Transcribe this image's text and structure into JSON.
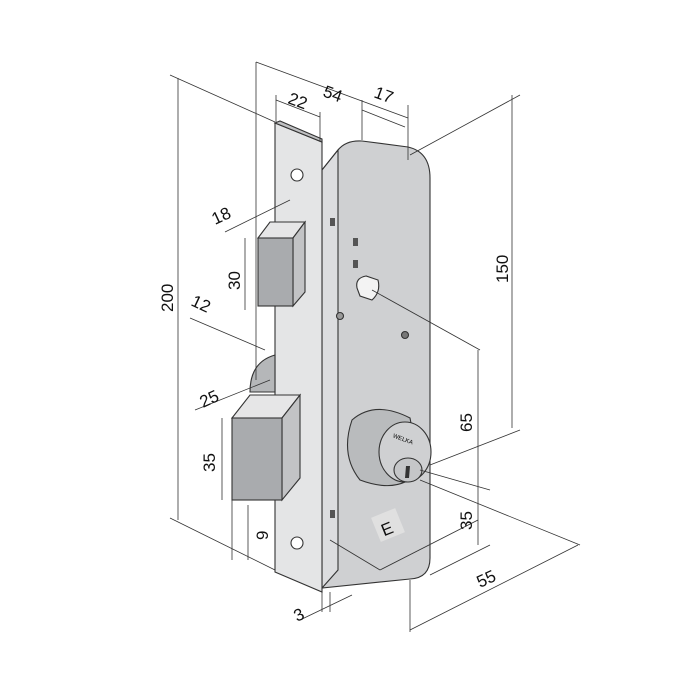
{
  "drawing": {
    "dimensions": {
      "overall_height": "200",
      "case_depth": "54",
      "faceplate_width": "22",
      "backset_offset": "17",
      "case_height": "150",
      "latch_projection": "18",
      "latch_height": "30",
      "latch_offset": "12",
      "deadbolt_projection": "25",
      "deadbolt_height": "35",
      "deadbolt_offset": "9",
      "spindle_to_cylinder": "65",
      "cylinder_to_bottom": "35",
      "faceplate_thickness": "3",
      "backset": "55"
    },
    "entry_marker": "E",
    "cylinder_logo": "WELKA",
    "colors": {
      "body": "#cfd0d2",
      "faceplate": "#e4e5e6",
      "shadow": "#a9abae",
      "line": "#333333"
    }
  }
}
